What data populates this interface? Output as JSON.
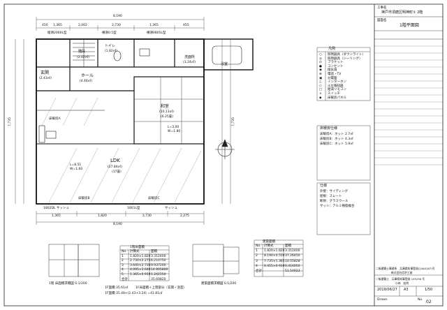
{
  "title_block": {
    "project_label": "工事名",
    "project_name": "神戸市須磨区明神町① 2階",
    "drawing_label": "図面名",
    "drawing_name": "1階平面図",
    "company_line1": "二級建築士事務所　兵庫県知事登録(24A0187)号",
    "company_line2": "株式会社信宗工務",
    "architect_line": "二級建築士　兵庫県知事登録 105236 号",
    "architect_name": "小林　宏明",
    "date": "2019/06/27",
    "size": "A3",
    "scale": "1/50",
    "drawn_label": "Drawn",
    "sheet_label": "No.",
    "sheet_no": "02"
  },
  "rooms": [
    {
      "name": "玄関",
      "area": "(2.43㎡)"
    },
    {
      "name": "階段",
      "area": "(2.02㎡)"
    },
    {
      "name": "トイレ",
      "area": "(1.82㎡)"
    },
    {
      "name": "洗面所",
      "area": "(3.24㎡)"
    },
    {
      "name": "浴室",
      "area": ""
    },
    {
      "name": "ホール",
      "area": "(4.46㎡)"
    },
    {
      "name": "和室",
      "area": "(10.13㎡)"
    },
    {
      "name": "(6.25畳)",
      "area": ""
    },
    {
      "name": "LDK",
      "area": "(27.84㎡)"
    },
    {
      "name": "(17畳)",
      "area": ""
    },
    {
      "name": "床暖房A",
      "area": ""
    },
    {
      "name": "床暖房B",
      "area": ""
    },
    {
      "name": "床暖房C",
      "area": ""
    }
  ],
  "dimensions": {
    "top_total": "8,190",
    "top_parts": [
      "450",
      "1,365",
      "2,002",
      "2,730",
      "1,365",
      "455"
    ],
    "bottom_total": "8,190",
    "bottom_parts": [
      "1,365",
      "1,820",
      "2,730",
      "2,275"
    ],
    "left_total": "7,735",
    "right_total": "7,735",
    "window_labels": [
      "縦滑2060L型",
      "横滑0.5型",
      "横滑0805L型",
      "1802DL サッシュ",
      "1801L型",
      "サッシュ"
    ]
  },
  "legend": {
    "header": "凡例",
    "items": [
      {
        "symbol": "○",
        "label": "照明器具（ダウンライト）"
      },
      {
        "symbol": "◎",
        "label": "照明器具（シーリング）"
      },
      {
        "symbol": "⊙",
        "label": "ブラケット"
      },
      {
        "symbol": "●",
        "label": "コンセント"
      },
      {
        "symbol": "◉",
        "label": "換気扇"
      },
      {
        "symbol": "⊕",
        "label": "電話・TV"
      },
      {
        "symbol": "▣",
        "label": "分電盤"
      },
      {
        "symbol": "△",
        "label": "インターホン"
      },
      {
        "symbol": "◇",
        "label": "火災報知器"
      },
      {
        "symbol": "□",
        "label": "給湯リモコン"
      },
      {
        "symbol": "×",
        "label": "スイッチ"
      },
      {
        "symbol": "◆",
        "label": "床暖房パネル"
      }
    ]
  },
  "areas_table": {
    "header": "1階床面積",
    "columns": [
      "No.",
      "計算式",
      "面積"
    ],
    "rows": [
      [
        "1",
        "1.820×1.820",
        "3.312400"
      ],
      [
        "2",
        "2.730×2.275",
        "6.210750"
      ],
      [
        "3",
        "3.640×2.730",
        "9.937200"
      ],
      [
        "4",
        "4.095×3.640",
        "14.905800"
      ],
      [
        "5",
        "1.365×0.910",
        "1.242150"
      ]
    ],
    "total_label": "合計",
    "total": "35.60820"
  },
  "building_table": {
    "header": "建築面積",
    "columns": [
      "No.",
      "計算式",
      "面積"
    ],
    "rows": [
      [
        "1",
        "1.820×1.820",
        "3.312400"
      ],
      [
        "2",
        "8.190×4.550",
        "37.26450"
      ],
      [
        "3",
        "7.735×1.365",
        "10.55828"
      ],
      [
        "4",
        "0.455×0.910",
        "0.414050"
      ]
    ],
    "total_label": "合計",
    "total": "51.54923"
  },
  "plans": {
    "floor_caption": "1階 床面積求積図 S:1/200",
    "building_caption": "建築面積求積図 S:1/200",
    "calc_line1": "1F面積:35.61㎡",
    "calc_line2": "1F床面積＋上階部分（玄関・浴室）",
    "calc_line3": "1F面積:35.48+(2.43+3.24) =41.81㎡"
  },
  "notes": {
    "heating_header": "床暖房仕様",
    "heating_lines": [
      "床暖房A：ホット 2.7㎡",
      "床暖房B：ホット 4.3㎡",
      "床暖房C：ホット 5.9㎡"
    ],
    "spec_header": "仕様",
    "spec_lines": [
      "外壁：サイディング",
      "屋根：スレート",
      "断熱：グラスウール",
      "サッシ：アルミ樹脂複合"
    ],
    "dim_l": "L=8.51",
    "dim_w": "W=1.60",
    "dim_l2": "L=3.00",
    "dim_w2": "W=1.80"
  }
}
